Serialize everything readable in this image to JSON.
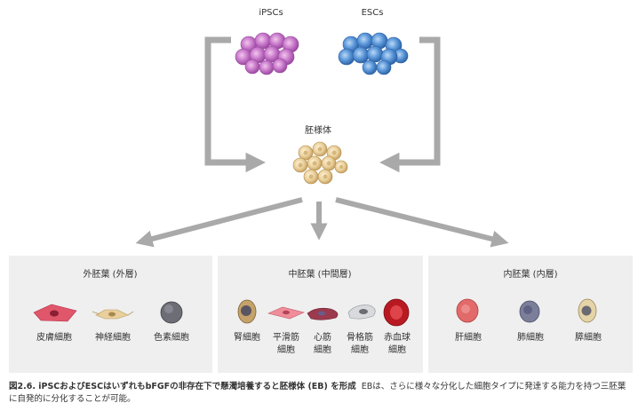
{
  "top": {
    "ipsc_label": "iPSCs",
    "esc_label": "ESCs",
    "eb_label": "胚様体"
  },
  "panels": [
    {
      "title": "外胚葉 (外層)",
      "cells": [
        {
          "lines": [
            "皮膚細胞"
          ],
          "icon": "skin-cell-icon"
        },
        {
          "lines": [
            "神経細胞"
          ],
          "icon": "neuron-icon"
        },
        {
          "lines": [
            "色素細胞"
          ],
          "icon": "pigment-cell-icon"
        }
      ]
    },
    {
      "title": "中胚葉 (中間層)",
      "cells": [
        {
          "lines": [
            "腎細胞"
          ],
          "icon": "kidney-cell-icon"
        },
        {
          "lines": [
            "平滑筋",
            "細胞"
          ],
          "icon": "smooth-muscle-cell-icon"
        },
        {
          "lines": [
            "心筋",
            "細胞"
          ],
          "icon": "cardiac-muscle-cell-icon"
        },
        {
          "lines": [
            "骨格筋",
            "細胞"
          ],
          "icon": "skeletal-muscle-cell-icon"
        },
        {
          "lines": [
            "赤血球",
            "細胞"
          ],
          "icon": "red-blood-cell-icon"
        }
      ]
    },
    {
      "title": "内胚葉 (内層)",
      "cells": [
        {
          "lines": [
            "肝細胞"
          ],
          "icon": "liver-cell-icon"
        },
        {
          "lines": [
            "肺細胞"
          ],
          "icon": "lung-cell-icon"
        },
        {
          "lines": [
            "膵細胞"
          ],
          "icon": "pancreas-cell-icon"
        }
      ]
    }
  ],
  "caption": {
    "bold": "図2.6. iPSCおよびESCはいずれもbFGFの非存在下で懸濁培養すると胚様体 (EB) を形成",
    "normal": "EBは、さらに様々な分化した細胞タイプに発達する能力を持つ三胚葉に自発的に分化することが可能。"
  },
  "colors": {
    "arrow": "#a9a9a9",
    "panel_bg": "#efefef",
    "ipsc": "#c77dc9",
    "esc": "#4f8fd6",
    "eb": "#e8c98f"
  }
}
